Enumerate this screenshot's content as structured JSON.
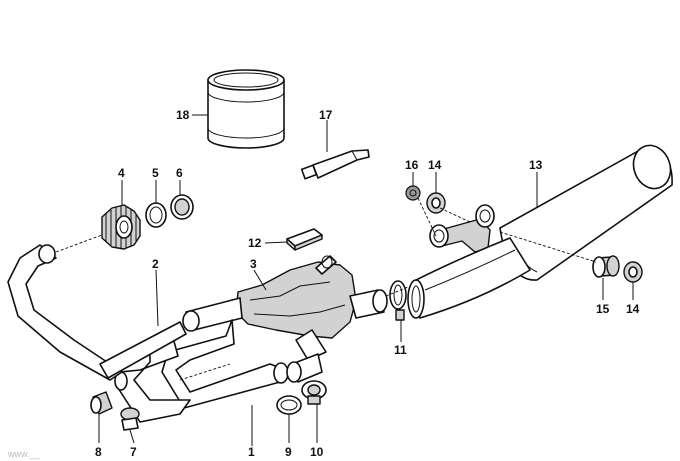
{
  "diagram": {
    "labels": {
      "p1": "1",
      "p2": "2",
      "p3": "3",
      "p4": "4",
      "p5": "5",
      "p6": "6",
      "p7": "7",
      "p8": "8",
      "p9": "9",
      "p10": "10",
      "p11": "11",
      "p12": "12",
      "p13": "13",
      "p14a": "14",
      "p14b": "14",
      "p15": "15",
      "p16": "16",
      "p17": "17",
      "p18": "18"
    },
    "watermark": "www.__"
  }
}
